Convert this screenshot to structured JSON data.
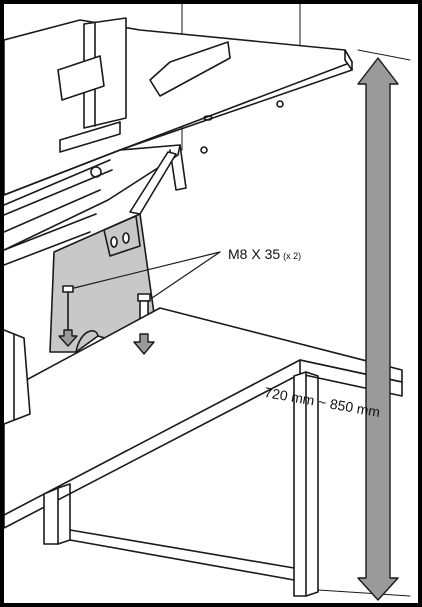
{
  "annotations": {
    "bolt_spec": "M8 X 35",
    "bolt_quantity": "(x 2)",
    "height_range": "720 mm ~ 850 mm"
  },
  "colors": {
    "outline": "#1a1a1a",
    "stand_fill": "#c8c8c8",
    "arrow_fill": "#9a9a9a",
    "border": "#000000"
  }
}
